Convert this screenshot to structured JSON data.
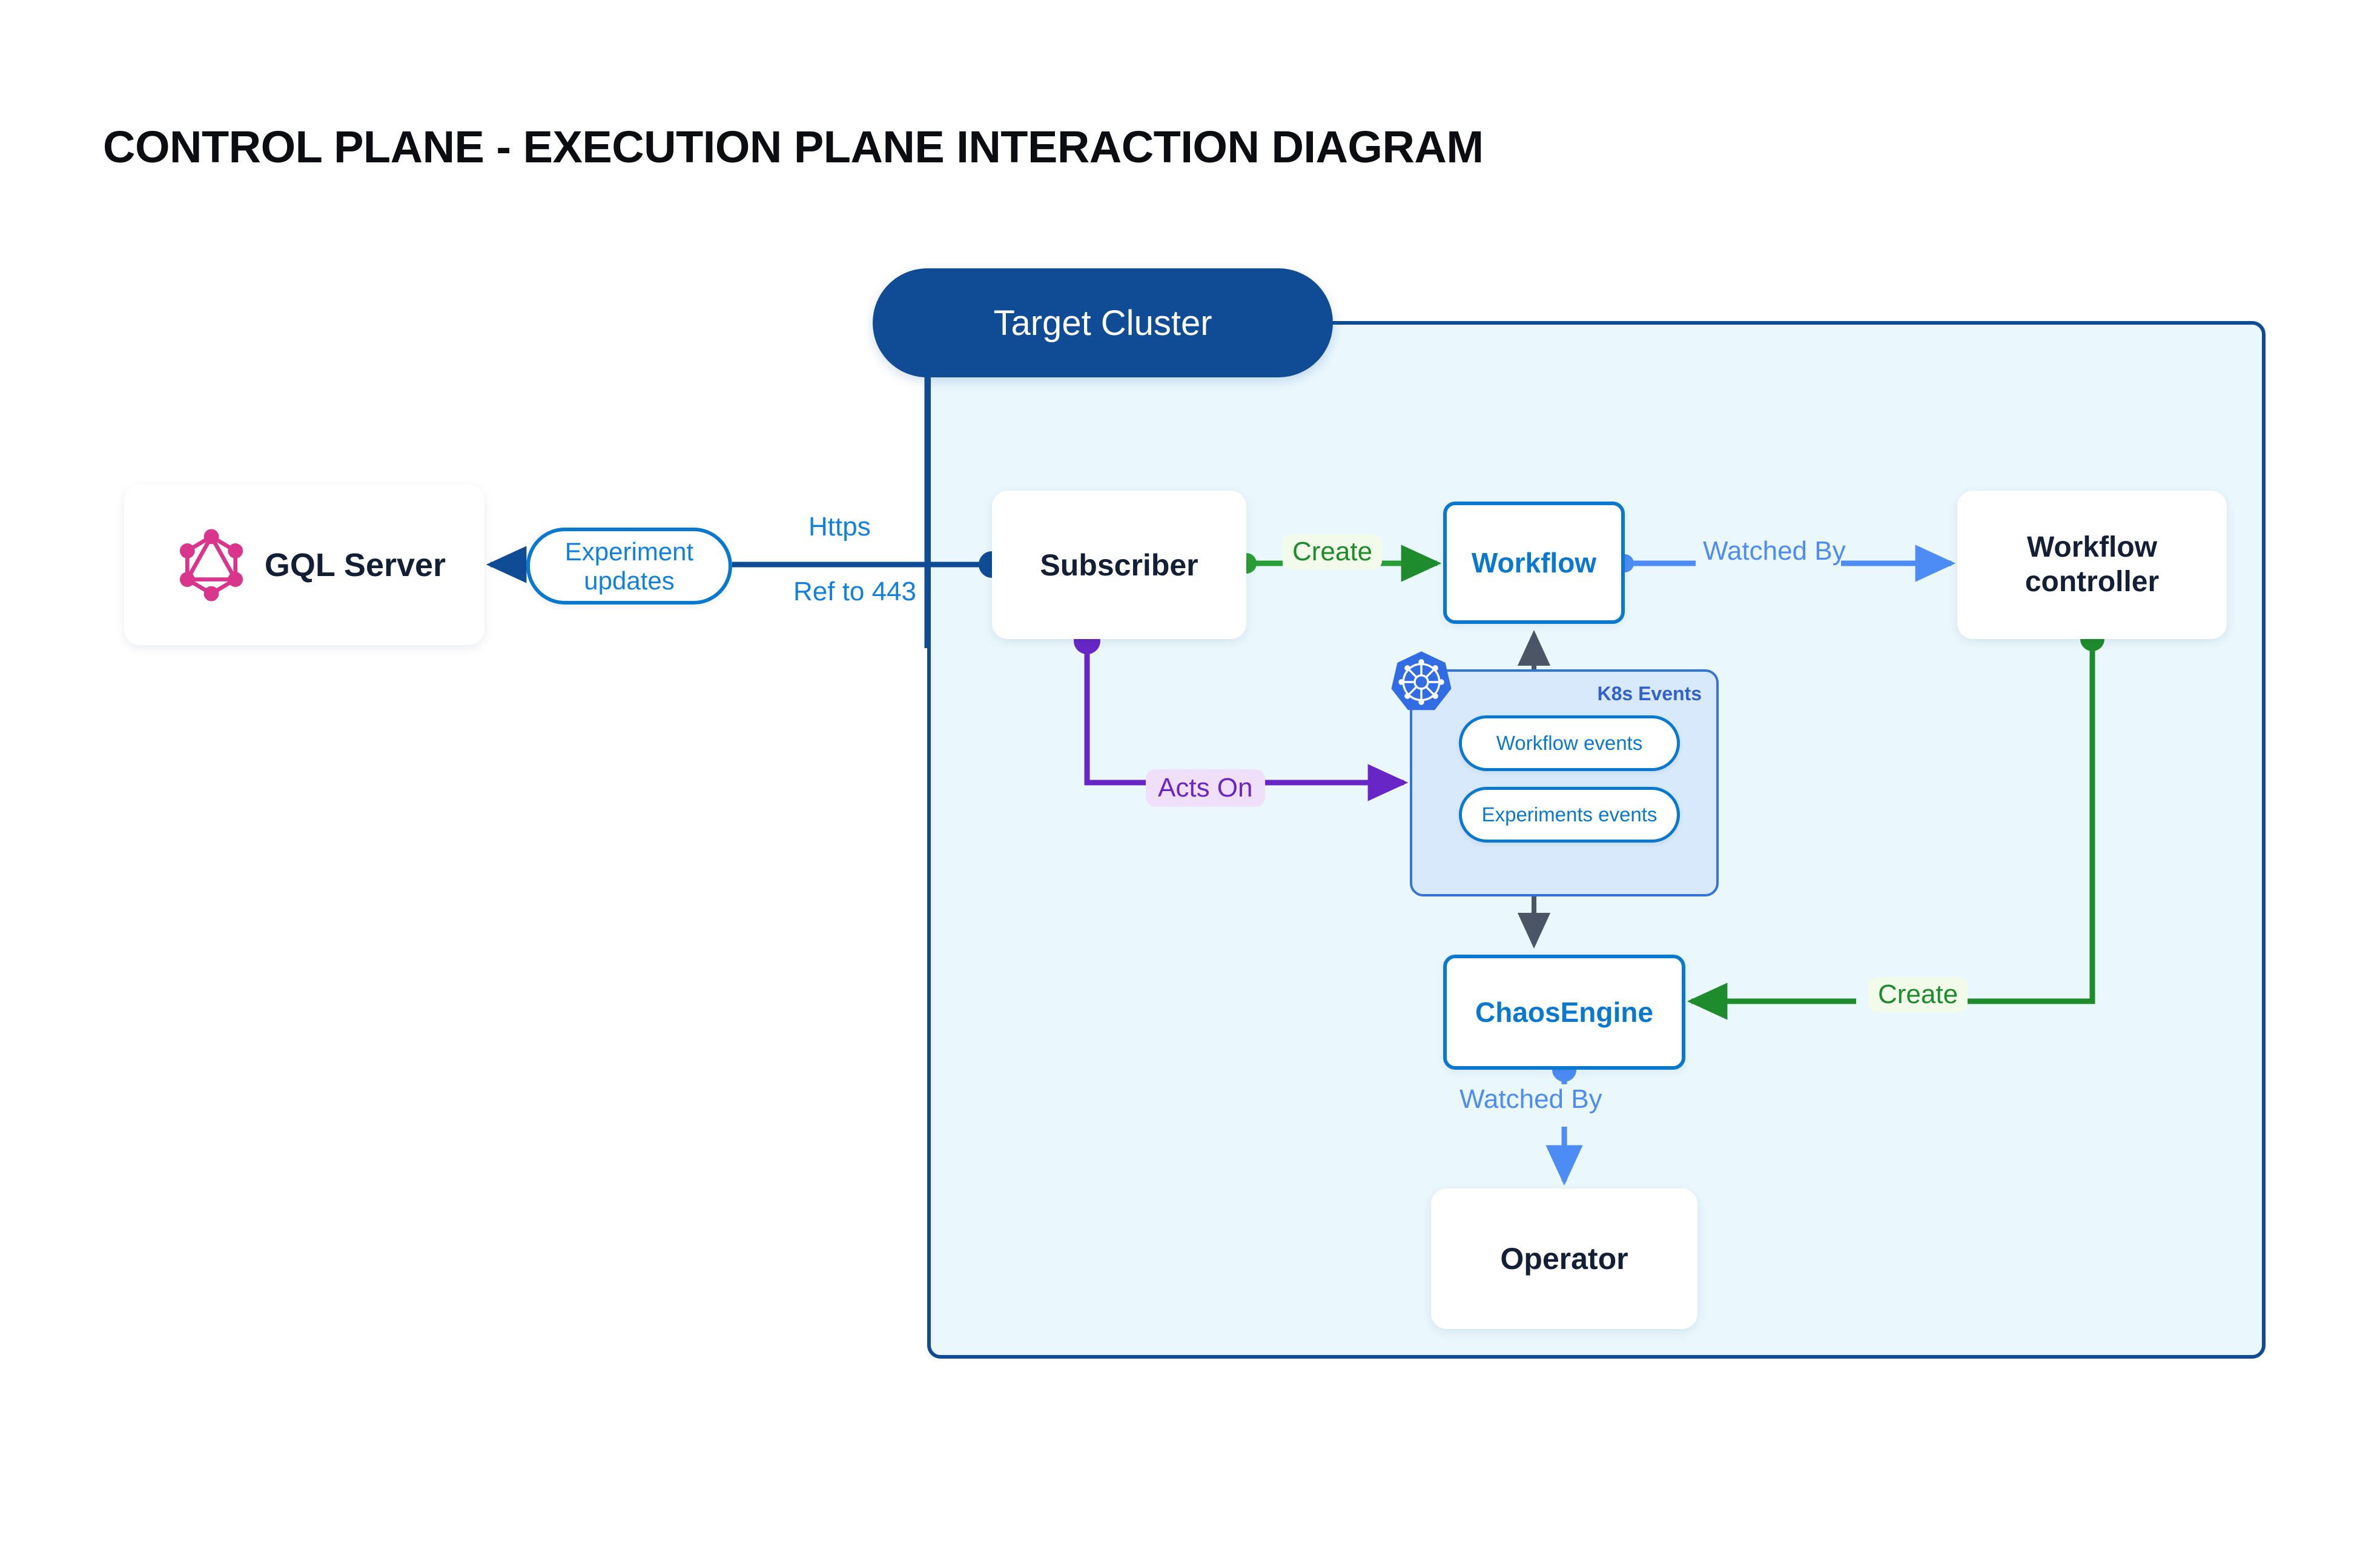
{
  "title": "CONTROL PLANE - EXECUTION PLANE INTERACTION DIAGRAM",
  "cluster": {
    "title": "Target Cluster"
  },
  "nodes": {
    "gql_server": {
      "label": "GQL Server",
      "icon": "graphql-logo"
    },
    "subscriber": {
      "label": "Subscriber"
    },
    "workflow": {
      "label": "Workflow"
    },
    "workflow_controller": {
      "label_line1": "Workflow",
      "label_line2": "controller"
    },
    "chaos_engine": {
      "label": "ChaosEngine"
    },
    "operator": {
      "label": "Operator"
    }
  },
  "k8s_panel": {
    "title": "K8s Events",
    "icon": "kubernetes-logo",
    "items": [
      {
        "label": "Workflow events"
      },
      {
        "label": "Experiments events"
      }
    ]
  },
  "edges": {
    "experiment_updates": {
      "line1": "Experiment",
      "line2": "updates"
    },
    "https": "Https",
    "ref_to_443": "Ref to 443",
    "create_workflow": "Create",
    "watched_by_controller": "Watched By",
    "acts_on": "Acts On",
    "create_chaosengine": "Create",
    "watched_by_operator": "Watched By"
  },
  "colors": {
    "cluster_border": "#0f4c95",
    "cluster_fill": "#eaf7fd",
    "cluster_pill": "#0f4c95",
    "blue_accent": "#0b78d0",
    "blue_label": "#1280e0",
    "light_blue_label": "#4d8bf5",
    "green": "#1e8c2c",
    "green_bg": "#f2faea",
    "purple": "#6826c6",
    "purple_bg": "#f0dffa",
    "graphql_pink": "#d9358c",
    "k8s_blue": "#326ce5",
    "k8s_panel_fill": "#d7e9fa",
    "node_text": "#121f35",
    "gray_edge": "#4b5565"
  }
}
